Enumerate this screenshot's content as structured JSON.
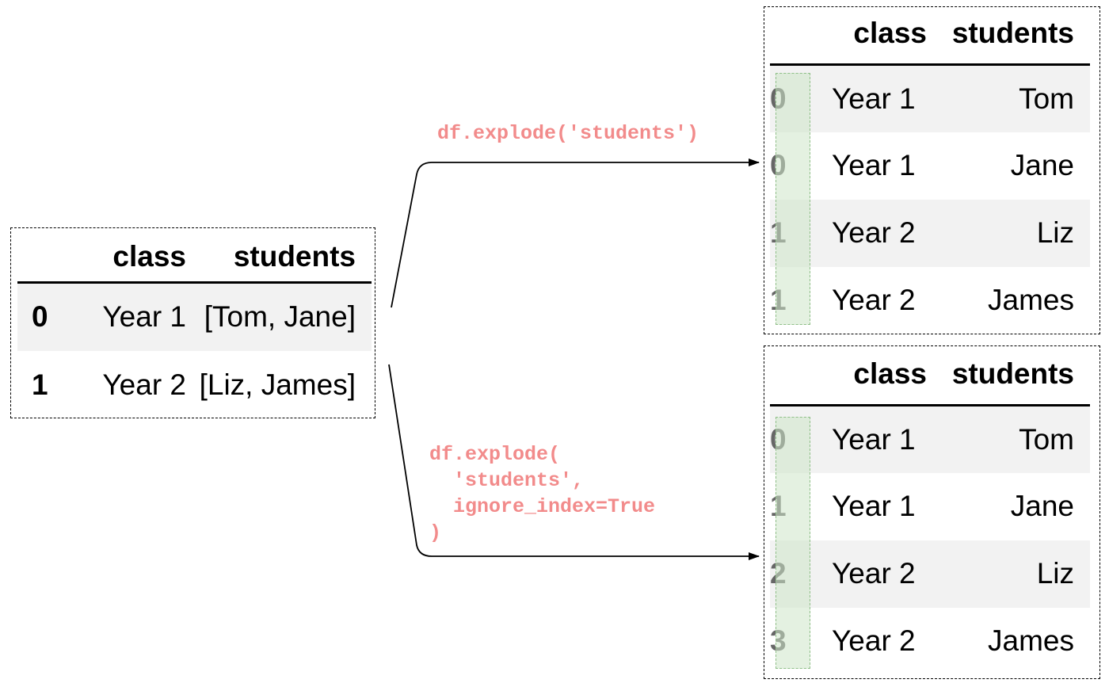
{
  "source_table": {
    "columns": [
      "class",
      "students"
    ],
    "rows": [
      {
        "index": "0",
        "class": "Year 1",
        "students": "[Tom, Jane]"
      },
      {
        "index": "1",
        "class": "Year 2",
        "students": "[Liz, James]"
      }
    ]
  },
  "top_result": {
    "code": "df.explode('students')",
    "columns": [
      "class",
      "students"
    ],
    "rows": [
      {
        "index": "0",
        "class": "Year 1",
        "students": "Tom"
      },
      {
        "index": "0",
        "class": "Year 1",
        "students": "Jane"
      },
      {
        "index": "1",
        "class": "Year 2",
        "students": "Liz"
      },
      {
        "index": "1",
        "class": "Year 2",
        "students": "James"
      }
    ]
  },
  "bottom_result": {
    "code_lines": [
      "df.explode(",
      "  'students',",
      "  ignore_index=True",
      ")"
    ],
    "columns": [
      "class",
      "students"
    ],
    "rows": [
      {
        "index": "0",
        "class": "Year 1",
        "students": "Tom"
      },
      {
        "index": "1",
        "class": "Year 1",
        "students": "Jane"
      },
      {
        "index": "2",
        "class": "Year 2",
        "students": "Liz"
      },
      {
        "index": "3",
        "class": "Year 2",
        "students": "James"
      }
    ]
  },
  "colors": {
    "code_text": "#f28b8b",
    "row_stripe": "#f2f2f2",
    "index_highlight": "#cde6c8"
  }
}
